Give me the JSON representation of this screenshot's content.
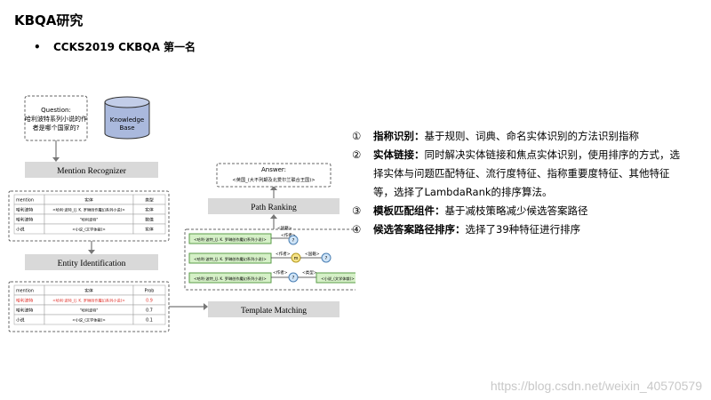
{
  "slide": {
    "title": "KBQA研究",
    "bullet": "CCKS2019 CKBQA 第一名"
  },
  "diagram": {
    "question": [
      "Question:",
      "哈利波特系列小说的作",
      "者是哪个国家的?"
    ],
    "kb": [
      "Knowledge",
      "Base"
    ],
    "mention_recognizer": "Mention Recognizer",
    "table1": {
      "headers": [
        "mention",
        "实体",
        "类型"
      ],
      "rows": [
        [
          "哈利波特",
          "<哈利·波特_(J. K. 罗琳创作魔幻系列小说)>",
          "实体"
        ],
        [
          "哈利波特",
          "\"哈利波特\"",
          "数值"
        ],
        [
          "小说",
          "<小说_(文学体裁)>",
          "实体"
        ]
      ]
    },
    "entity_identification": "Entity Identification",
    "table2": {
      "headers": [
        "mention",
        "实体",
        "Prob"
      ],
      "rows": [
        [
          "哈利波特",
          "<哈利·波特_(J. K. 罗琳创作魔幻系列小说)>",
          "0.9"
        ],
        [
          "哈利波特",
          "\"哈利波特\"",
          "0.7"
        ],
        [
          "小说",
          "<小说_(文学体裁)>",
          "0.1"
        ]
      ]
    },
    "template_matching": "Template Matching",
    "path_ranking": "Path Ranking",
    "answer": [
      "Answer:",
      "<英国_(大不列颠及北爱尔兰联合王国)>"
    ],
    "paths": [
      {
        "entity": "<哈利·波特_(J. K. 罗琳创作魔幻系列小说)>",
        "rel": "<作者>"
      },
      {
        "entity": "<哈利·波特_(J. K. 罗琳创作魔幻系列小说)>",
        "rel": "<作者>",
        "rel2": "<国籍>"
      },
      {
        "entity": "<哈利·波特_(J. K. 罗琳创作魔幻系列小说)>",
        "rel": "<作者>",
        "rel2": "<类型>",
        "entity2": "<小说_(文学体裁)>"
      }
    ],
    "path_rel_top": "<国籍>",
    "var_label": "?",
    "mid_label": "m"
  },
  "list": [
    {
      "num": "①",
      "term": "指称识别：",
      "desc": "基于规则、词典、命名实体识别的方法识别指称"
    },
    {
      "num": "②",
      "term": "实体链接：",
      "desc": "同时解决实体链接和焦点实体识别，使用排序的方式，选择实体与问题匹配特征、流行度特征、指称重要度特征、其他特征等，选择了LambdaRank的排序算法。"
    },
    {
      "num": "③",
      "term": "模板匹配组件：",
      "desc": "基于减枝策略减少候选答案路径"
    },
    {
      "num": "④",
      "term": "候选答案路径排序：",
      "desc": "选择了39种特征进行排序"
    }
  ],
  "watermark": "https://blog.csdn.net/weixin_40570579",
  "colors": {
    "grey_box": "#d9d9d9",
    "kb_blue": "#aab9dd",
    "path_green": "#d5f0c7",
    "node_blue": "#cfe4f7",
    "highlight_red": "#e0312b"
  }
}
